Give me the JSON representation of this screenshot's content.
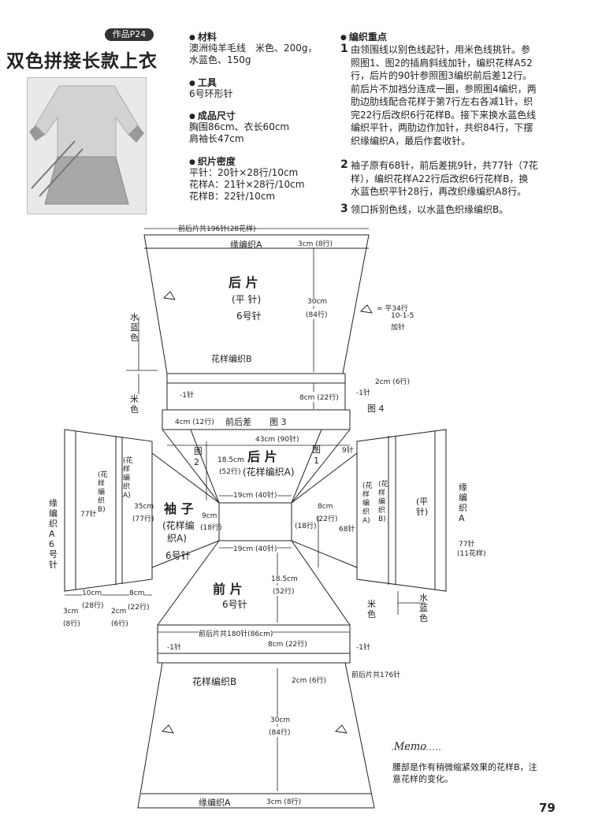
{
  "header": {
    "badge": "作品P24",
    "title": "双色拼接长款上衣"
  },
  "materials": {
    "materials_heading": "材料",
    "materials_lines": [
      "澳洲纯羊毛线　米色、200g，",
      "水蓝色、150g"
    ],
    "tools_heading": "工具",
    "tools_lines": [
      "6号环形针"
    ],
    "size_heading": "成品尺寸",
    "size_lines": [
      "胸围86cm、衣长60cm",
      "肩袖长47cm"
    ],
    "gauge_heading": "织片密度",
    "gauge_lines": [
      "平针：20针×28行/10cm",
      "花样A：21针×28行/10cm",
      "花样B：22针/10cm"
    ]
  },
  "instructions": {
    "heading": "编织重点",
    "steps": [
      {
        "num": "1",
        "lines": [
          "由领围线以别色线起针，用米色线挑针。参",
          "照图1、图2的插肩斜线加针，编织花样A52",
          "行，后片的90针参照图3编织前后差12行。",
          "前后片不加裆分连成一圈，参照图4编织，两",
          "肋边肋线配合花样于第7行左右各减1针，织",
          "完22行后改织6行花样B。接下来换水蓝色线",
          "编织平针，两肋边作加针，共织84行，下摆",
          "织缘编织A，最后作套收针。"
        ]
      },
      {
        "num": "2",
        "lines": [
          "袖子原有68针，前后差挑9针，共77针（7花",
          "样），编织花样A22行后改织6行花样B，换",
          "水蓝色织平针28行，再改织缘编织A8行。"
        ]
      },
      {
        "num": "3",
        "lines": [
          "领口拆别色线，以水蓝色织缘编织B。"
        ]
      }
    ]
  },
  "diagram": {
    "back_top_count": "前后片共196针(28花样)",
    "back_border": "缘编织A",
    "back_border_size": "3cm (8行)",
    "back_name": "后 片",
    "back_stitch": "(平 针)",
    "back_needle": "6号针",
    "back_len": "30cm",
    "back_rows": "(84行)",
    "back_inc_note": [
      "= 平34行",
      "10-1-5",
      "加针"
    ],
    "color_top": "水蓝色",
    "color_bottom": "米色",
    "pattern_b": "花样编织B",
    "minus_one": "-1针",
    "band_size": "8cm (22行)",
    "band_small": "2cm (6行)",
    "fig4": "图 4",
    "band_4cm": "4cm (12行)",
    "diff_label": "前后差",
    "fig3": "图 3",
    "back_width": "43cm (90针)",
    "fig2": "图",
    "fig2_num": "2",
    "fig1": "图",
    "fig1_num": "1",
    "yoke_back_name": "后 片",
    "yoke_back_stitch": "(花样编织A)",
    "raglan_len": "18.5cm",
    "raglan_rows": "(52行)",
    "neck_w": "19cm (40针)",
    "neck_side": "9cm",
    "neck_side_rows": "(18行)",
    "right_8cm": "8cm",
    "right_22": "(22行)",
    "right_18": "(18行)",
    "right_9": "9针",
    "right_68": "68针",
    "sleeve_name": "袖 子",
    "sleeve_stitch": "(花样编",
    "sleeve_stitch2": "织A)",
    "sleeve_needle": "6号针",
    "sleeve_len": "35cm",
    "sleeve_rows": "(77行)",
    "sleeve_77": "77针",
    "sleeve_77b": "(11花样)",
    "sleeve_border": [
      "缘",
      "编",
      "织",
      "A",
      "6",
      "号",
      "针"
    ],
    "sleeve_border_r": [
      "缘",
      "编",
      "织",
      "A"
    ],
    "pat_a_v": [
      "(花",
      "样",
      "编",
      "织",
      "A)"
    ],
    "pat_b_v": [
      "(花",
      "样",
      "编",
      "织",
      "B)"
    ],
    "flat_v": [
      "(平",
      "针)"
    ],
    "s_10cm": "10cm",
    "s_28": "(28行)",
    "s_8cm": "8cm",
    "s_22": "(22行)",
    "s_3cm": "3cm",
    "s_8": "(8行)",
    "s_2cm": "2cm",
    "s_6": "(6行)",
    "yoke_front_name": "前 片",
    "yoke_front_needle": "6号针",
    "front_19": "19cm (40针)",
    "front_len": "18.5cm",
    "front_rows": "(52行)",
    "front_count": "前后片共180针(86cm)",
    "front_band": "8cm (22行)",
    "front_2cm": "2cm (6行)",
    "front_176": "前后片共176针",
    "front_30": "30cm",
    "front_84": "(84行)",
    "front_border": "缘编织A",
    "front_border_size": "3cm (8行)",
    "arrow_mi": "米色",
    "arrow_blue": [
      "水",
      "蓝",
      "色"
    ]
  },
  "memo": {
    "heading": "Memo",
    "text": [
      "腰部是作有稍微缩紧效果的花样B，注",
      "意花样的变化。"
    ]
  },
  "page_number": "79"
}
